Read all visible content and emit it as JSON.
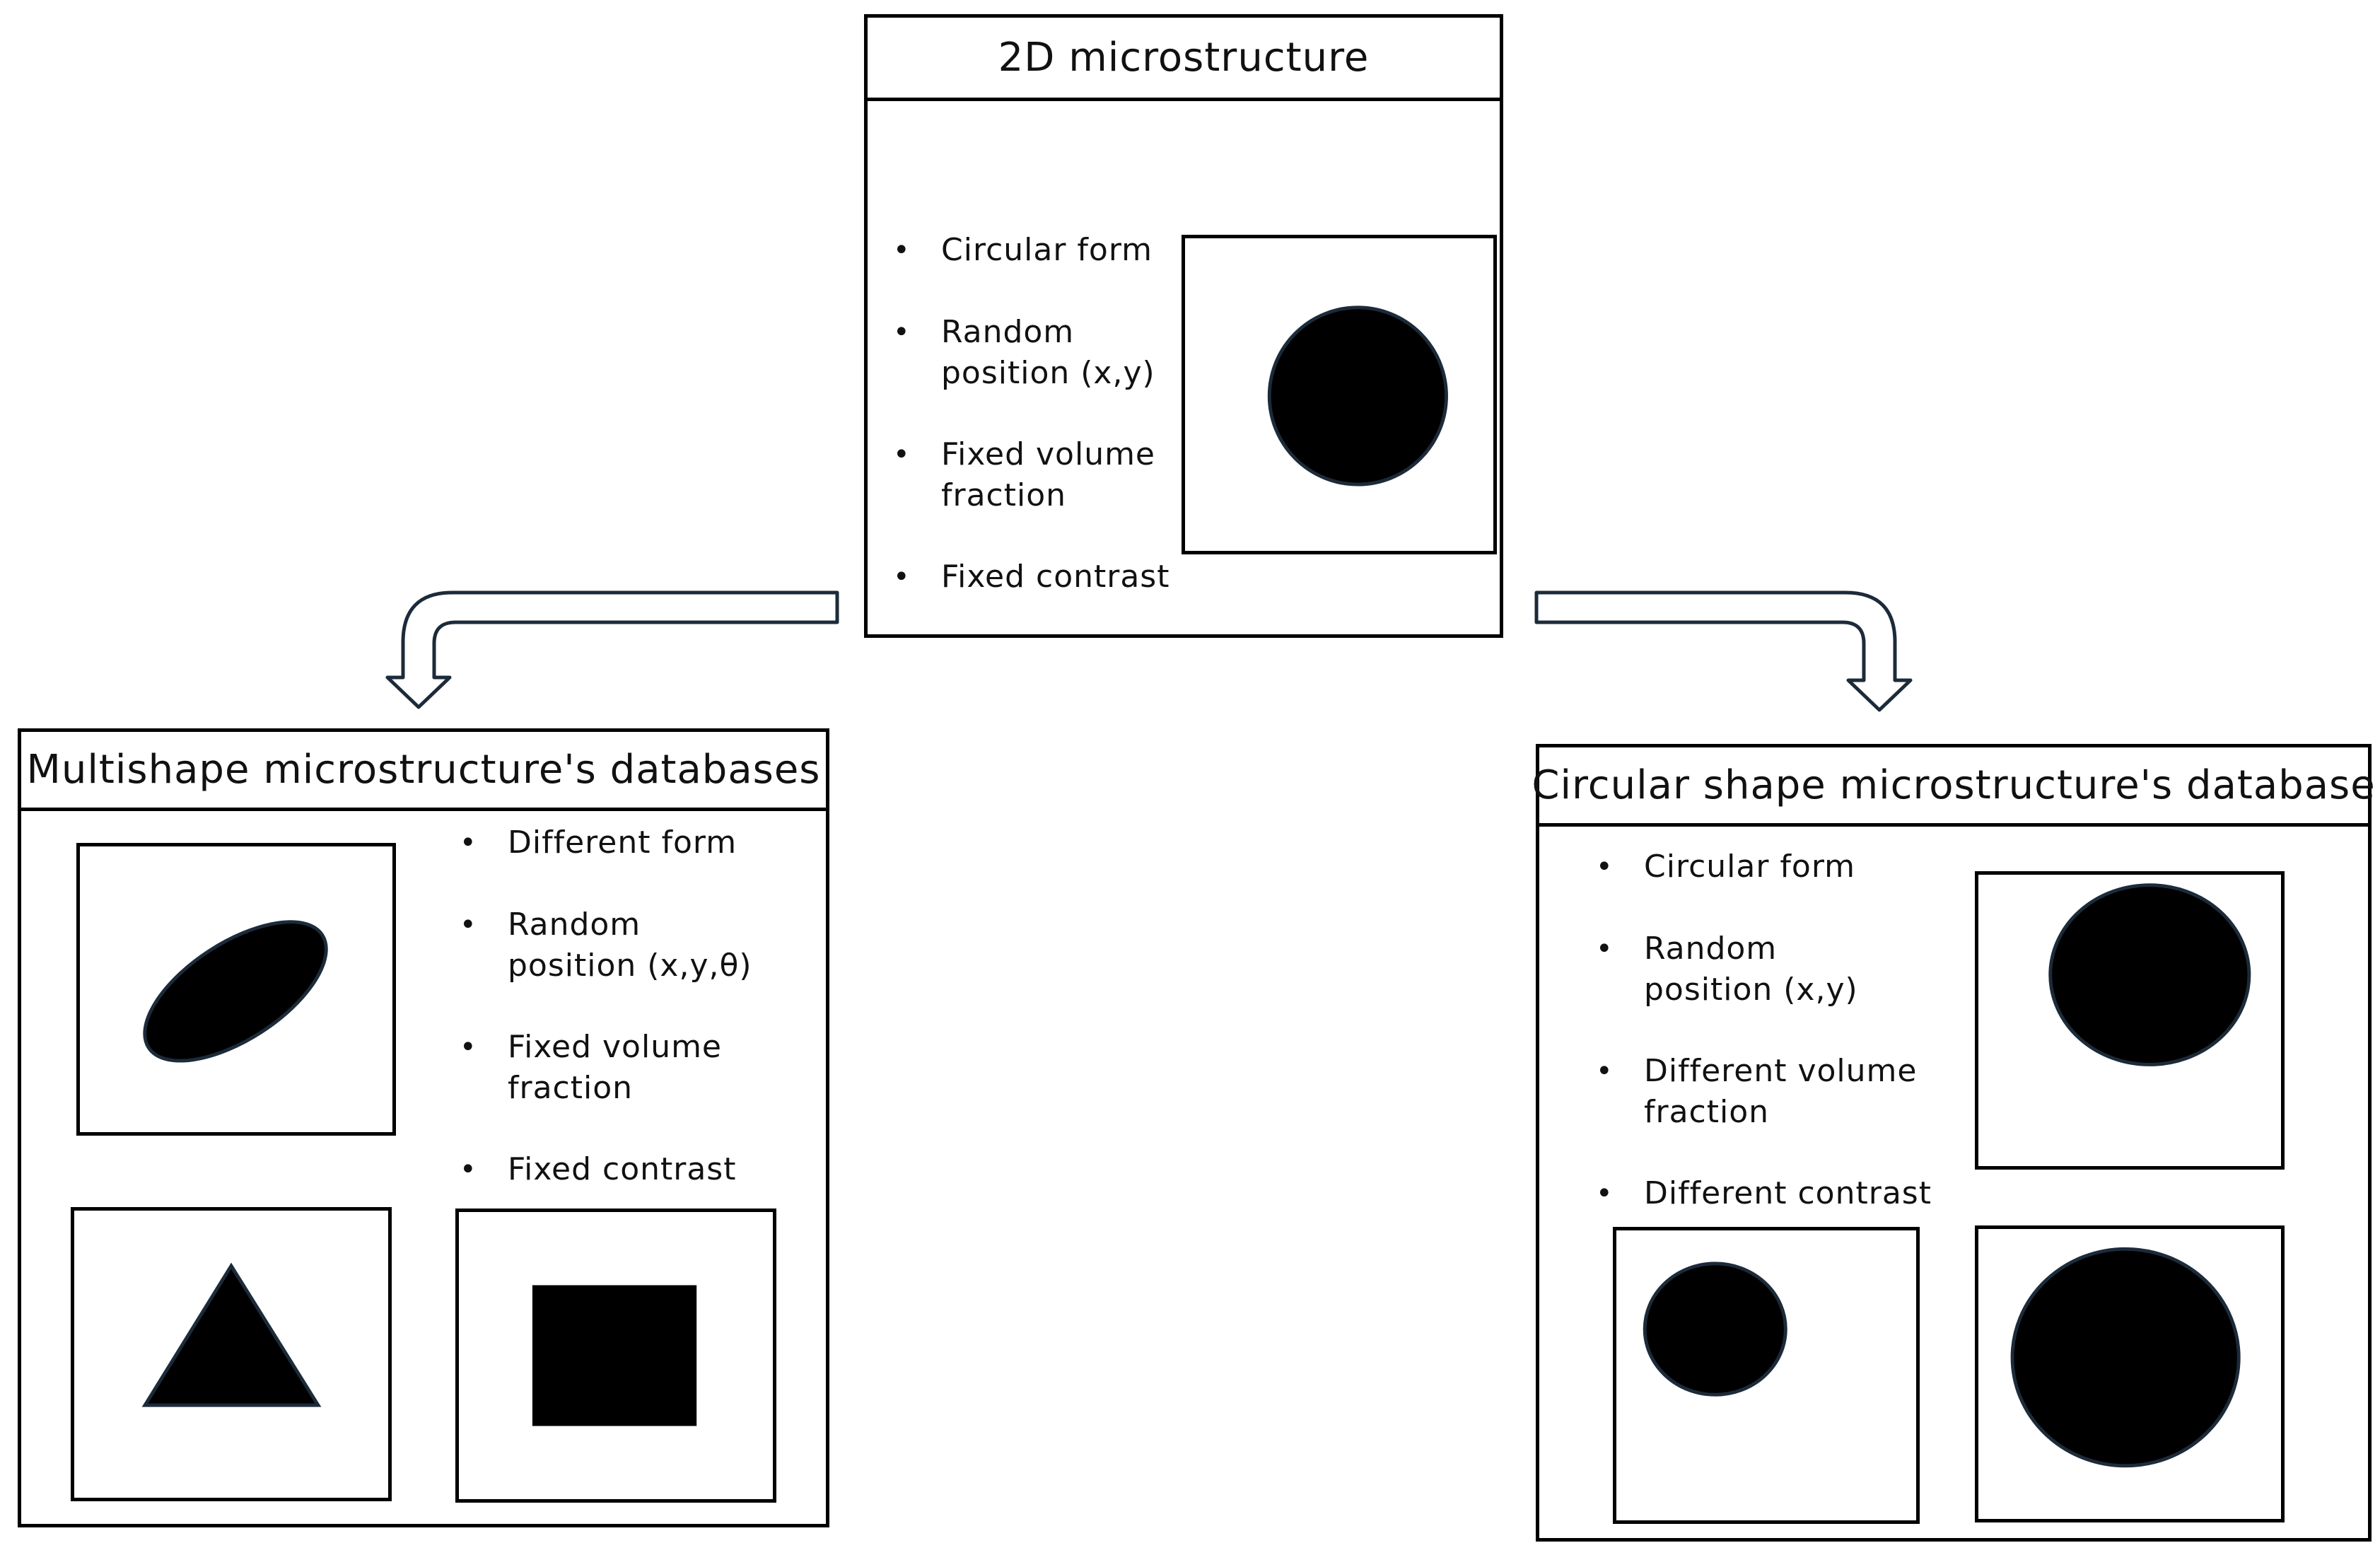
{
  "top_panel": {
    "title": "2D microstructure",
    "bullets": [
      {
        "lines": [
          "Circular form"
        ]
      },
      {
        "lines": [
          "Random",
          "position (x,y)"
        ]
      },
      {
        "lines": [
          "Fixed volume",
          "fraction"
        ]
      },
      {
        "lines": [
          "Fixed contrast"
        ]
      }
    ]
  },
  "left_panel": {
    "title": "Multishape microstructure's databases",
    "bullets": [
      {
        "lines": [
          "Different form"
        ]
      },
      {
        "lines": [
          "Random",
          "position (x,y,θ)"
        ]
      },
      {
        "lines": [
          "Fixed volume",
          "fraction"
        ]
      },
      {
        "lines": [
          "Fixed contrast"
        ]
      }
    ]
  },
  "right_panel": {
    "title": "Circular shape microstructure's database",
    "bullets": [
      {
        "lines": [
          "Circular form"
        ]
      },
      {
        "lines": [
          "Random",
          "position (x,y)"
        ]
      },
      {
        "lines": [
          "Different volume",
          "fraction"
        ]
      },
      {
        "lines": [
          "Different contrast"
        ]
      }
    ]
  },
  "colors": {
    "ink": "#000000",
    "shape_outline": "#1c2b3a",
    "background": "#ffffff"
  },
  "icons": [
    "circle-inclusion",
    "ellipse-inclusion",
    "triangle-inclusion",
    "square-inclusion",
    "curved-arrow-left",
    "curved-arrow-right"
  ]
}
